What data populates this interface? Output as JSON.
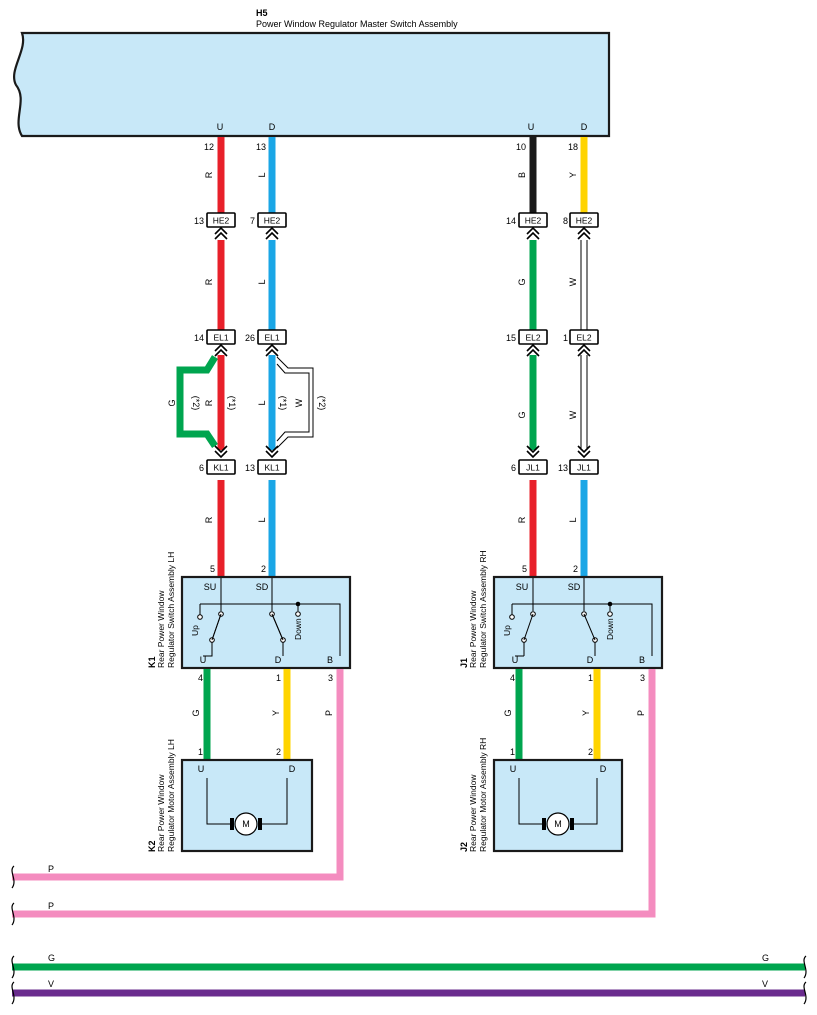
{
  "master": {
    "id": "H5",
    "name": "Power Window Regulator Master Switch Assembly",
    "pin_labels": [
      "U",
      "D",
      "U",
      "D"
    ],
    "pins": [
      "12",
      "13",
      "10",
      "18"
    ]
  },
  "wire_colors": {
    "R": "#e8202a",
    "L": "#1aa6e6",
    "B": "#1a1a1a",
    "Y": "#ffd400",
    "G": "#00a54f",
    "W": "#ffffff",
    "P": "#f48cbf",
    "V": "#6a2c8e",
    "box_fill": "#c8e8f8"
  },
  "letters": {
    "R": "R",
    "L": "L",
    "B": "B",
    "Y": "Y",
    "G": "G",
    "W": "W",
    "P": "P",
    "V": "V"
  },
  "connectors": {
    "he2": [
      "13",
      "HE2",
      "7",
      "HE2",
      "14",
      "HE2",
      "8",
      "HE2"
    ],
    "el1": [
      "14",
      "EL1",
      "26",
      "EL1"
    ],
    "el2": [
      "15",
      "EL2",
      "1",
      "EL2"
    ],
    "kl1": [
      "6",
      "KL1",
      "13",
      "KL1"
    ],
    "jl1": [
      "6",
      "JL1",
      "13",
      "JL1"
    ]
  },
  "notes": {
    "star1": "(*1)",
    "star2": "(*2)"
  },
  "switch_lh": {
    "id": "K1",
    "line1": "Rear Power Window",
    "line2": "Regulator Switch Assembly LH",
    "top_pins": [
      "5",
      "2"
    ],
    "top_terms": [
      "SU",
      "SD"
    ],
    "bottom_terms": [
      "U",
      "D",
      "B"
    ],
    "bottom_pins": [
      "4",
      "1",
      "3"
    ],
    "up": "Up",
    "down": "Down"
  },
  "switch_rh": {
    "id": "J1",
    "line1": "Rear Power Window",
    "line2": "Regulator Switch Assembly RH",
    "top_pins": [
      "5",
      "2"
    ],
    "top_terms": [
      "SU",
      "SD"
    ],
    "bottom_terms": [
      "U",
      "D",
      "B"
    ],
    "bottom_pins": [
      "4",
      "1",
      "3"
    ],
    "up": "Up",
    "down": "Down"
  },
  "motor_lh": {
    "id": "K2",
    "line1": "Rear Power Window",
    "line2": "Regulator Motor Assembly LH",
    "pins": [
      "1",
      "2"
    ],
    "terms": [
      "U",
      "D"
    ],
    "symbol": "M"
  },
  "motor_rh": {
    "id": "J2",
    "line1": "Rear Power Window",
    "line2": "Regulator Motor Assembly RH",
    "pins": [
      "1",
      "2"
    ],
    "terms": [
      "U",
      "D"
    ],
    "symbol": "M"
  }
}
